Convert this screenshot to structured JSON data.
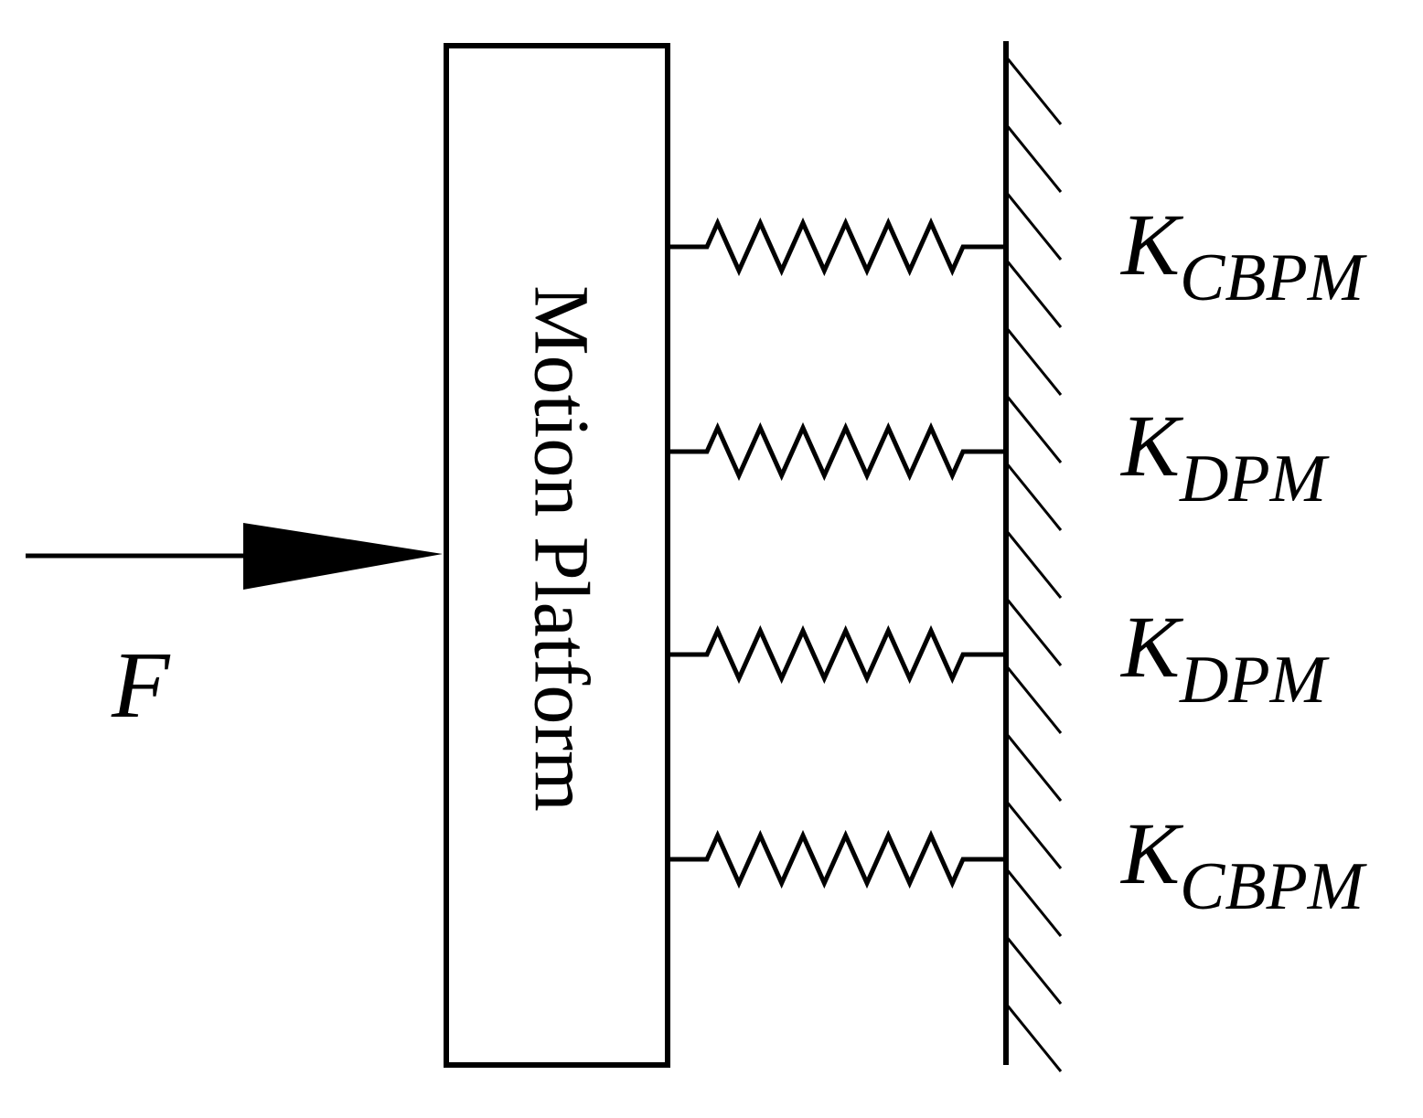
{
  "platform": {
    "label": "Motion Platform"
  },
  "force": {
    "label": "F"
  },
  "springs": [
    {
      "symbol": "K",
      "subscript": "CBPM"
    },
    {
      "symbol": "K",
      "subscript": "DPM"
    },
    {
      "symbol": "K",
      "subscript": "DPM"
    },
    {
      "symbol": "K",
      "subscript": "CBPM"
    }
  ],
  "colors": {
    "line": "#000000",
    "background": "#ffffff"
  }
}
